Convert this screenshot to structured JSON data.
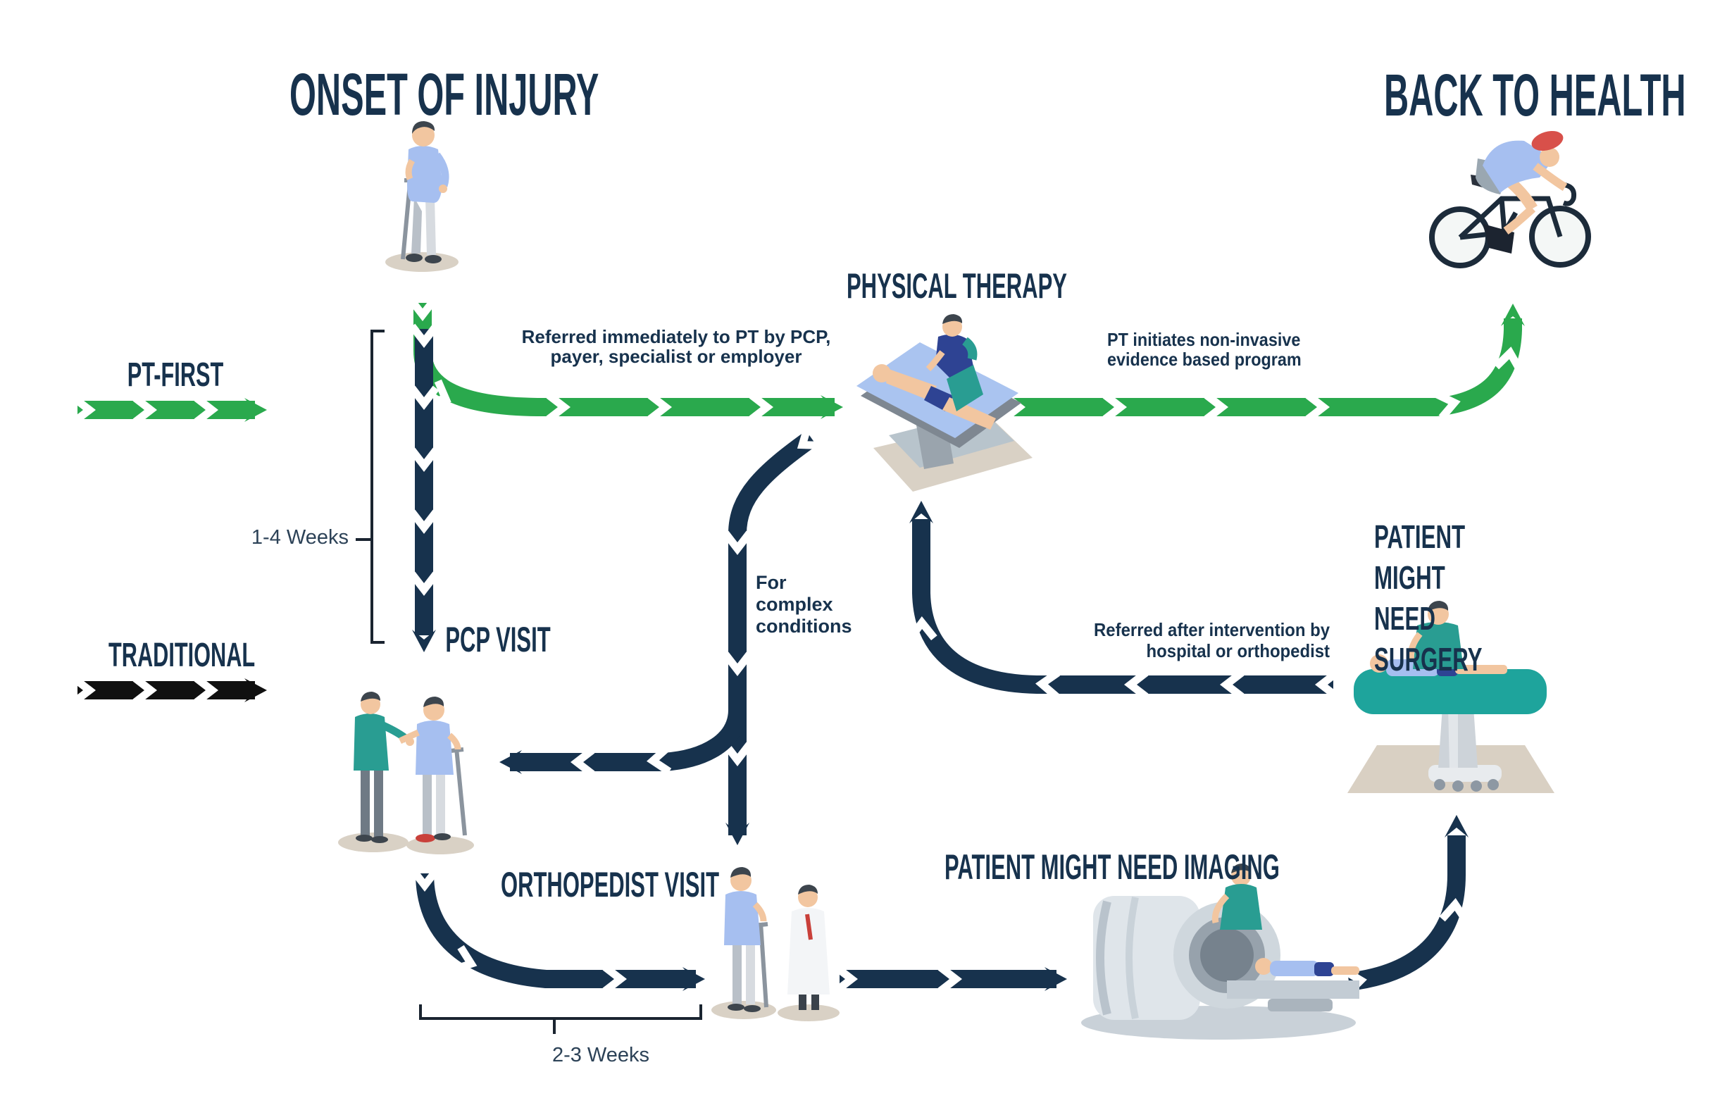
{
  "titles": {
    "onset": "ONSET OF INJURY",
    "back_to_health": "BACK TO HEALTH",
    "physical_therapy": "PHYSICAL THERAPY",
    "pcp_visit": "PCP VISIT",
    "orthopedist_visit": "ORTHOPEDIST VISIT",
    "imaging": "PATIENT MIGHT NEED IMAGING",
    "surgery": "PATIENT MIGHT\nNEED SURGERY"
  },
  "legend": {
    "pt_first_label": "PT-FIRST",
    "traditional_label": "TRADITIONAL"
  },
  "annotations": {
    "referred_immediately": "Referred immediately to PT by PCP,\npayer, specialist or employer",
    "pt_initiates": "PT initiates non-invasive\nevidence based program",
    "for_complex": "For\ncomplex\nconditions",
    "referred_after": "Referred after intervention by\nhospital or orthopedist",
    "weeks_1_4": "1-4 Weeks",
    "weeks_2_3": "2-3 Weeks"
  },
  "colors": {
    "navy": "#17324d",
    "green": "#2aa94d",
    "legend_black": "#101010",
    "teal_scrubs": "#299d92",
    "light_blue": "#a6bff0",
    "helmet_red": "#d8504a",
    "shadow_beige": "#d9d1c5"
  },
  "illustrations": {
    "onset": "injured-person-with-crutch",
    "back_to_health": "cyclist-on-road-bike",
    "physical_therapy": "therapist-treating-patient-on-table",
    "pcp": "doctor-greeting-patient-with-crutch",
    "orthopedist": "patient-with-crutch-and-orthopedist",
    "imaging": "mri-scanner-with-patient-and-technician",
    "surgery": "surgeon-with-patient-on-operating-table"
  }
}
